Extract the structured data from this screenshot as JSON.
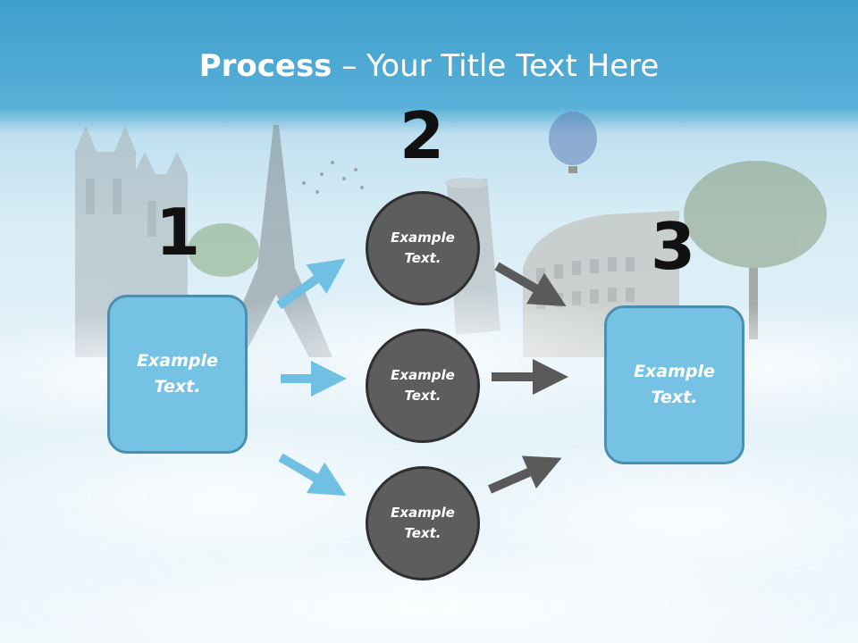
{
  "title": {
    "bold": "Process",
    "rest": " – Your Title Text Here"
  },
  "steps": [
    {
      "number": "1"
    },
    {
      "number": "2"
    },
    {
      "number": "3"
    }
  ],
  "left_box": {
    "text": "Example Text."
  },
  "right_box": {
    "text": "Example Text."
  },
  "circles": [
    {
      "text": "Example Text."
    },
    {
      "text": "Example Text."
    },
    {
      "text": "Example Text."
    }
  ],
  "colors": {
    "box_fill": "#76c2e4",
    "box_border": "#4a8fb0",
    "circle_fill": "#5d5d5d",
    "arrow_blue": "#6fc0e3",
    "arrow_gray": "#5a5a5a"
  }
}
